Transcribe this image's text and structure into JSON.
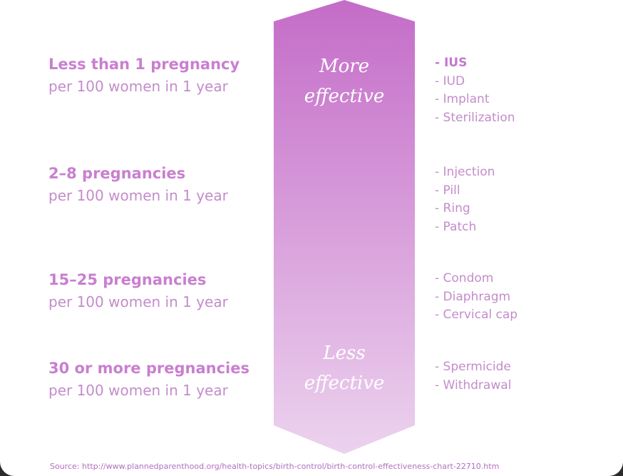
{
  "arrow": {
    "top_label": [
      "More",
      "effective"
    ],
    "bottom_label": [
      "Less",
      "effective"
    ],
    "colors": {
      "top": "#c46cc8",
      "bottom": "#ecd2ee"
    }
  },
  "tiers": [
    {
      "heading": "Less than 1 pregnancy",
      "subtitle": "per 100 women in 1 year",
      "methods": [
        "- IUS",
        "- IUD",
        "- Implant",
        "- Sterilization"
      ]
    },
    {
      "heading": "2–8 pregnancies",
      "subtitle": "per 100 women in 1 year",
      "methods": [
        "- Injection",
        "- Pill",
        "- Ring",
        "- Patch"
      ]
    },
    {
      "heading": "15–25 pregnancies",
      "subtitle": "per 100 women in 1 year",
      "methods": [
        "- Condom",
        "- Diaphragm",
        "- Cervical cap"
      ]
    },
    {
      "heading": "30 or more pregnancies",
      "subtitle": "per 100 women in 1 year",
      "methods": [
        "- Spermicide",
        "- Withdrawal"
      ]
    }
  ],
  "source": "Source: http://www.plannedparenthood.org/health-topics/birth-control/birth-control-effectiveness-chart-22710.htm"
}
